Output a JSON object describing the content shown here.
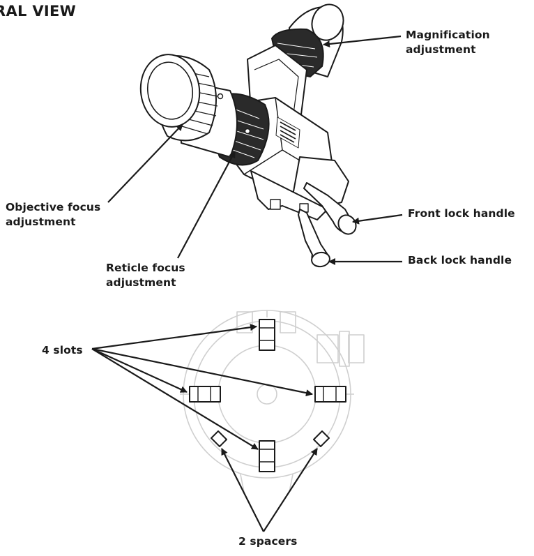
{
  "title": "RAL VIEW",
  "labels": {
    "magnification_1": "Magnification",
    "magnification_2": "adjustment",
    "objective_1": "Objective focus",
    "objective_2": "adjustment",
    "reticle_1": "Reticle focus",
    "reticle_2": "adjustment",
    "front_lock": "Front lock handle",
    "back_lock": "Back lock handle",
    "slots": "4 slots",
    "spacers": "2 spacers"
  },
  "colors": {
    "line": "#1a1a1a",
    "faint": "#cfcfcf"
  }
}
